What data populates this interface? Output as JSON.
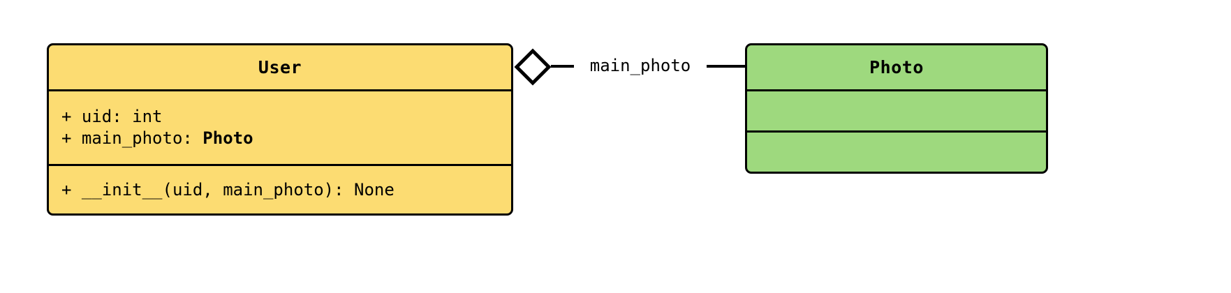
{
  "diagram": {
    "kind": "uml-class-diagram",
    "background_color": "#ffffff",
    "classes": [
      {
        "id": "user",
        "name": "User",
        "fill_color": "#FCDC72",
        "border_color": "#000000",
        "attributes": [
          {
            "visibility": "+",
            "text": "+ uid: int",
            "prefix": "+ uid: int",
            "type_ref": ""
          },
          {
            "visibility": "+",
            "text": "+ main_photo: Photo",
            "prefix": "+ main_photo: ",
            "type_ref": "Photo"
          }
        ],
        "methods": [
          {
            "visibility": "+",
            "text": "+ __init__(uid, main_photo): None",
            "prefix": "+ __init__(uid, main_photo): None",
            "type_ref": ""
          }
        ]
      },
      {
        "id": "photo",
        "name": "Photo",
        "fill_color": "#9ED97E",
        "border_color": "#000000",
        "attributes": [],
        "methods": []
      }
    ],
    "relationships": [
      {
        "id": "user-main-photo",
        "type": "aggregation",
        "label": "main_photo",
        "source": "User",
        "target": "Photo",
        "diamond_fill": "#ffffff",
        "diamond_stroke": "#000000"
      }
    ]
  }
}
